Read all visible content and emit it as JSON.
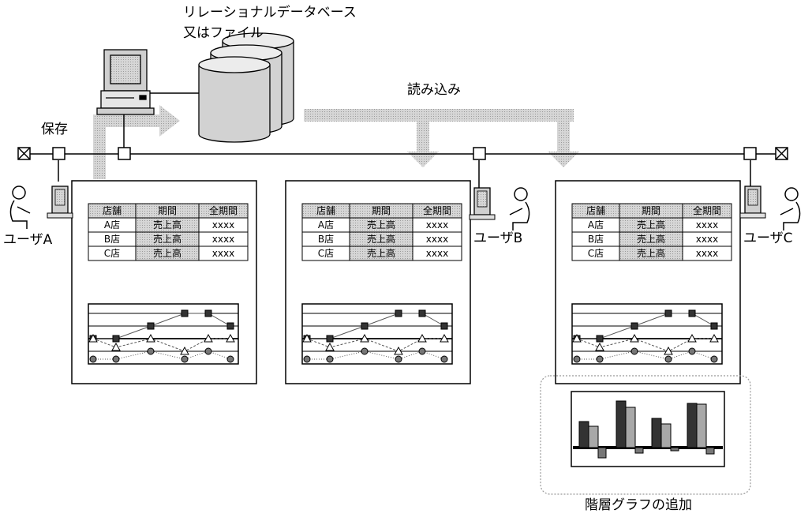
{
  "labels": {
    "db_line1": "リレーショナルデータベース",
    "db_line2": "又はファイル",
    "save": "保存",
    "read": "読み込み",
    "user_a": "ユーザA",
    "user_b": "ユーザB",
    "user_c": "ユーザC",
    "hier": "階層グラフの追加"
  },
  "table": {
    "headers": [
      "店舗",
      "期間",
      "全期間"
    ],
    "rows": [
      [
        "A店",
        "売上高",
        "xxxx"
      ],
      [
        "B店",
        "売上高",
        "xxxx"
      ],
      [
        "C店",
        "売上高",
        "xxxx"
      ]
    ]
  },
  "colors": {
    "arrow": "#c8c8c8",
    "shaded": "#bfbfbf",
    "bar_dark": "#333333",
    "bar_light": "#a8a8a8"
  },
  "icons": [
    "database-icon",
    "computer-icon",
    "user-icon",
    "terminator-icon",
    "connector-icon"
  ]
}
